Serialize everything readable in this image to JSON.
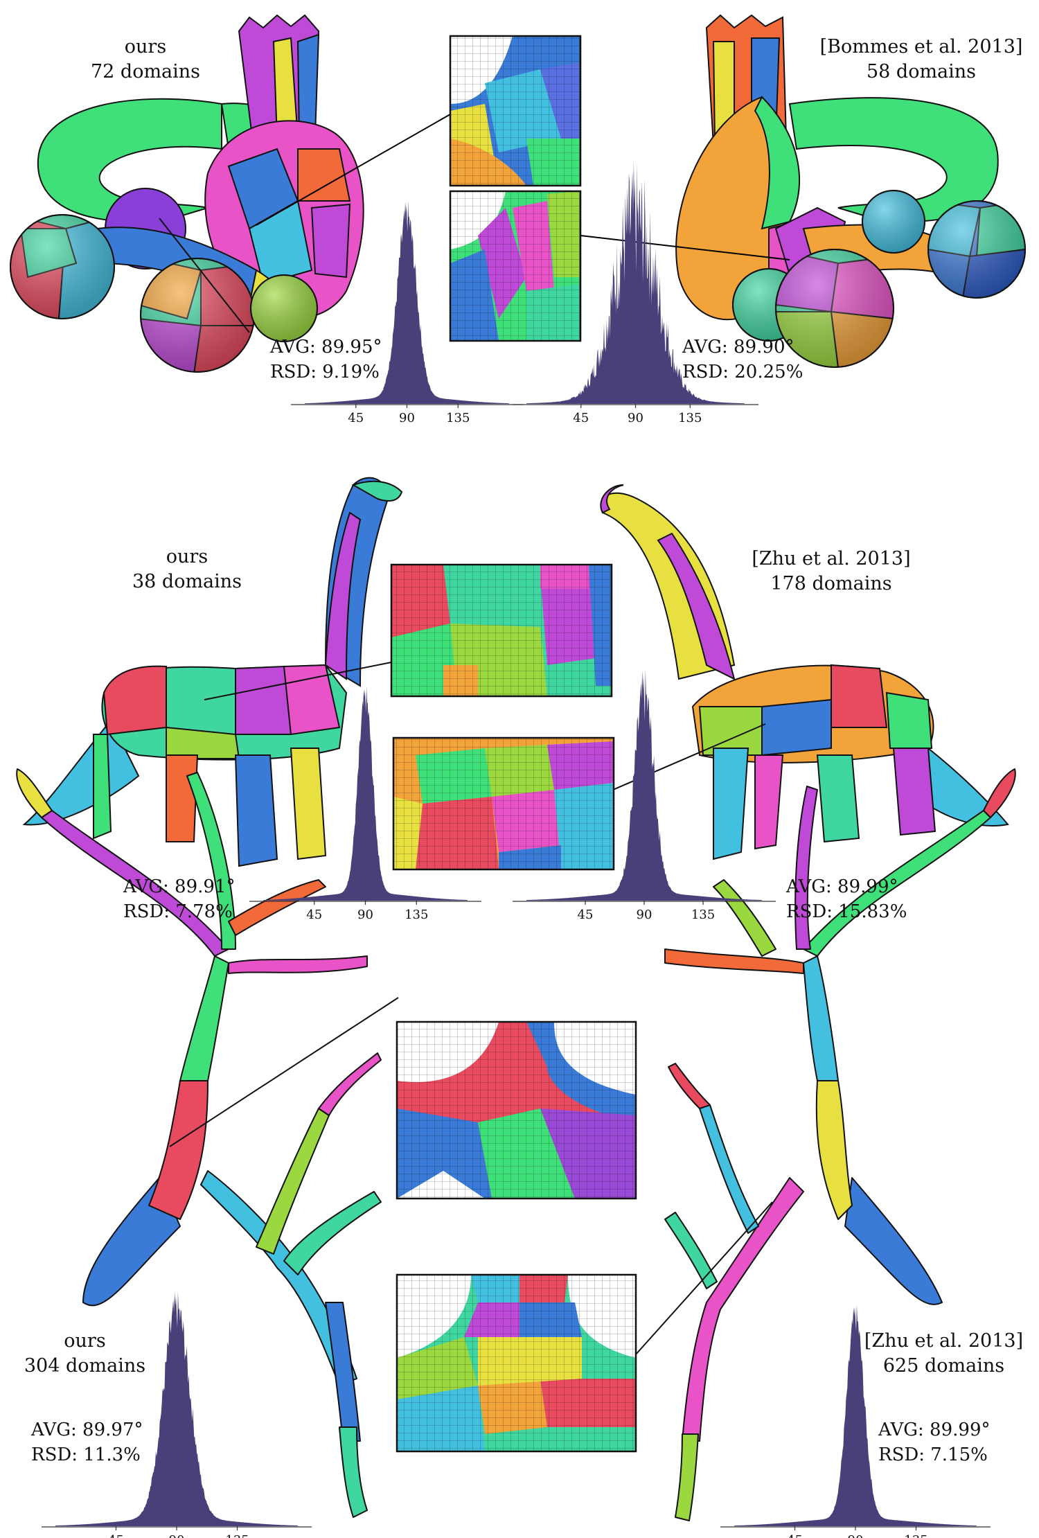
{
  "figure": {
    "rows": [
      {
        "left": {
          "method": "ours",
          "domains": "72 domains",
          "avg": "AVG: 89.95°",
          "rsd": "RSD: 9.19%"
        },
        "right": {
          "method": "[Bommes et al. 2013]",
          "domains": "58 domains",
          "avg": "AVG: 89.90°",
          "rsd": "RSD: 20.25%"
        }
      },
      {
        "left": {
          "method": "ours",
          "domains": "38 domains",
          "avg": "AVG: 89.91°",
          "rsd": "RSD: 7.78%"
        },
        "right": {
          "method": "[Zhu et al. 2013]",
          "domains": "178 domains",
          "avg": "AVG: 89.99°",
          "rsd": "RSD: 15.83%"
        }
      },
      {
        "left": {
          "method": "ours",
          "domains": "304 domains",
          "avg": "AVG: 89.97°",
          "rsd": "RSD: 11.3%"
        },
        "right": {
          "method": "[Zhu et al. 2013]",
          "domains": "625 domains",
          "avg": "AVG: 89.99°",
          "rsd": "RSD: 7.15%"
        }
      }
    ],
    "histogram_ticks": [
      "45",
      "90",
      "135"
    ],
    "histogram_color": "#4a3f78",
    "palette": [
      "#e84a5f",
      "#3fd6a0",
      "#3b7bd8",
      "#c04ad8",
      "#f2a33a",
      "#9bd83f",
      "#e8e040",
      "#43c0e0",
      "#e854c8",
      "#f26a3a"
    ]
  }
}
